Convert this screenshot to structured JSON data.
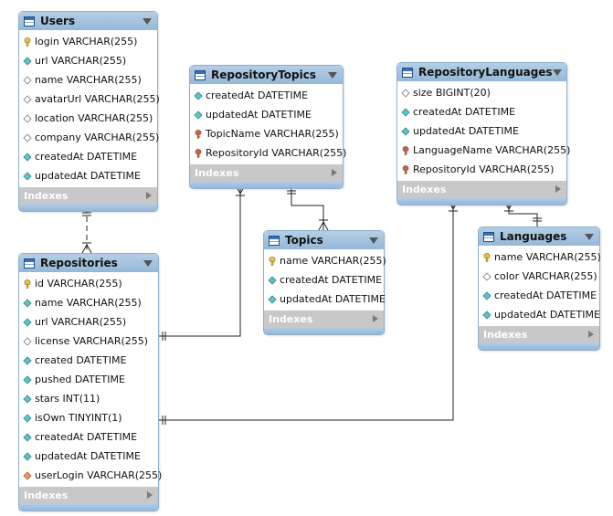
{
  "tables": [
    {
      "id": "users",
      "name": "Users",
      "index_label": "Indexes",
      "columns": [
        {
          "text": "login VARCHAR(255)",
          "kind": "pk"
        },
        {
          "text": "url VARCHAR(255)",
          "kind": "notnull"
        },
        {
          "text": "name VARCHAR(255)",
          "kind": "nullable"
        },
        {
          "text": "avatarUrl VARCHAR(255)",
          "kind": "nullable"
        },
        {
          "text": "location VARCHAR(255)",
          "kind": "nullable"
        },
        {
          "text": "company VARCHAR(255)",
          "kind": "nullable"
        },
        {
          "text": "createdAt DATETIME",
          "kind": "notnull"
        },
        {
          "text": "updatedAt DATETIME",
          "kind": "notnull"
        }
      ]
    },
    {
      "id": "repositories",
      "name": "Repositories",
      "index_label": "Indexes",
      "columns": [
        {
          "text": "id VARCHAR(255)",
          "kind": "pk"
        },
        {
          "text": "name VARCHAR(255)",
          "kind": "notnull"
        },
        {
          "text": "url VARCHAR(255)",
          "kind": "notnull"
        },
        {
          "text": "license VARCHAR(255)",
          "kind": "nullable"
        },
        {
          "text": "created DATETIME",
          "kind": "notnull"
        },
        {
          "text": "pushed DATETIME",
          "kind": "notnull"
        },
        {
          "text": "stars INT(11)",
          "kind": "notnull"
        },
        {
          "text": "isOwn TINYINT(1)",
          "kind": "notnull"
        },
        {
          "text": "createdAt DATETIME",
          "kind": "notnull"
        },
        {
          "text": "updatedAt DATETIME",
          "kind": "notnull"
        },
        {
          "text": "userLogin VARCHAR(255)",
          "kind": "fk"
        }
      ]
    },
    {
      "id": "repositorytopics",
      "name": "RepositoryTopics",
      "index_label": "Indexes",
      "columns": [
        {
          "text": "createdAt DATETIME",
          "kind": "notnull"
        },
        {
          "text": "updatedAt DATETIME",
          "kind": "notnull"
        },
        {
          "text": "TopicName VARCHAR(255)",
          "kind": "pkfk"
        },
        {
          "text": "RepositoryId VARCHAR(255)",
          "kind": "pkfk"
        }
      ]
    },
    {
      "id": "topics",
      "name": "Topics",
      "index_label": "Indexes",
      "columns": [
        {
          "text": "name VARCHAR(255)",
          "kind": "pk"
        },
        {
          "text": "createdAt DATETIME",
          "kind": "notnull"
        },
        {
          "text": "updatedAt DATETIME",
          "kind": "notnull"
        }
      ]
    },
    {
      "id": "repositorylanguages",
      "name": "RepositoryLanguages",
      "index_label": "Indexes",
      "columns": [
        {
          "text": "size BIGINT(20)",
          "kind": "nullable"
        },
        {
          "text": "createdAt DATETIME",
          "kind": "notnull"
        },
        {
          "text": "updatedAt DATETIME",
          "kind": "notnull"
        },
        {
          "text": "LanguageName VARCHAR(255)",
          "kind": "pkfk"
        },
        {
          "text": "RepositoryId VARCHAR(255)",
          "kind": "pkfk"
        }
      ]
    },
    {
      "id": "languages",
      "name": "Languages",
      "index_label": "Indexes",
      "columns": [
        {
          "text": "name VARCHAR(255)",
          "kind": "pk"
        },
        {
          "text": "color VARCHAR(255)",
          "kind": "nullable"
        },
        {
          "text": "createdAt DATETIME",
          "kind": "notnull"
        },
        {
          "text": "updatedAt DATETIME",
          "kind": "notnull"
        }
      ]
    }
  ],
  "relationships": [
    {
      "from": "users",
      "to": "repositories",
      "from_end": "one",
      "to_end": "many",
      "identifying": false
    },
    {
      "from": "repositories",
      "to": "repositorytopics",
      "from_end": "one",
      "to_end": "many",
      "identifying": true
    },
    {
      "from": "topics",
      "to": "repositorytopics",
      "from_end": "one",
      "to_end": "many",
      "identifying": true
    },
    {
      "from": "repositories",
      "to": "repositorylanguages",
      "from_end": "one",
      "to_end": "many",
      "identifying": true
    },
    {
      "from": "languages",
      "to": "repositorylanguages",
      "from_end": "one",
      "to_end": "many",
      "identifying": true
    }
  ],
  "colors": {
    "header": "#9fc0de",
    "border": "#8eb0cc",
    "index_bar": "#c8c8c8",
    "pk_key": "#e8c547",
    "fk_key": "#c9605a",
    "notnull_diamond": "#5fc3c9",
    "nullable_diamond": "#ffffff",
    "fk_diamond": "#e89a6a",
    "line": "#222222"
  }
}
